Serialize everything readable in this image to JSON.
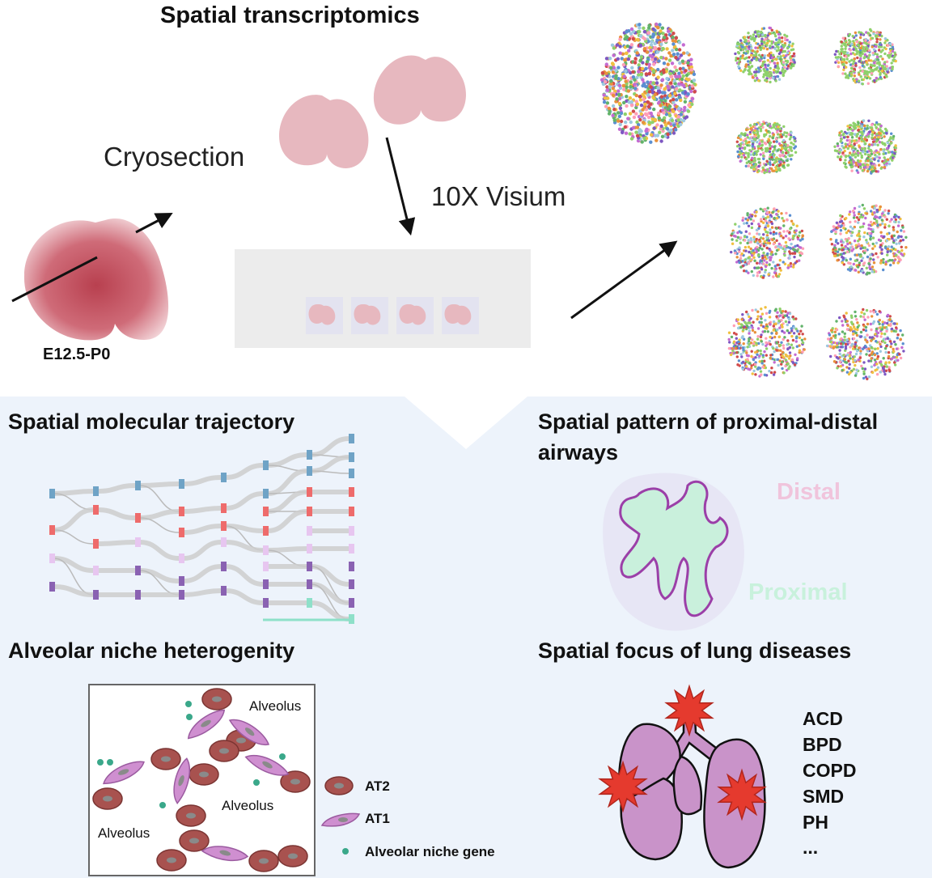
{
  "top": {
    "title": "Spatial transcriptomics",
    "cryosection_label": "Cryosection",
    "visium_label": "10X Visium",
    "stage_label": "E12.5-P0"
  },
  "panels": {
    "trajectory": {
      "title": "Spatial molecular trajectory"
    },
    "airways": {
      "title_line1": "Spatial pattern of proximal-distal",
      "title_line2": "airways",
      "distal_label": "Distal",
      "proximal_label": "Proximal"
    },
    "niche": {
      "title": "Alveolar niche heterogenity",
      "alveolus_labels": [
        "Alveolus",
        "Alveolus",
        "Alveolus"
      ],
      "legend": [
        "AT2",
        "AT1",
        "Alveolar niche gene"
      ]
    },
    "diseases": {
      "title": "Spatial focus of lung diseases",
      "items": [
        "ACD",
        "BPD",
        "COPD",
        "SMD",
        "PH",
        "..."
      ]
    }
  },
  "colors": {
    "lung_pink": "#e7b8bf",
    "lung_red": "#b8404f",
    "panel_bg": "#edf3fb",
    "at2": "#a8524f",
    "at1": "#cf8fd0",
    "niche_gene": "#3aa88a",
    "disease_red": "#e53a2e",
    "lung_purple": "#c993c9",
    "distal_text": "#f0c4dc",
    "proximal_text": "#c8f1dc"
  }
}
